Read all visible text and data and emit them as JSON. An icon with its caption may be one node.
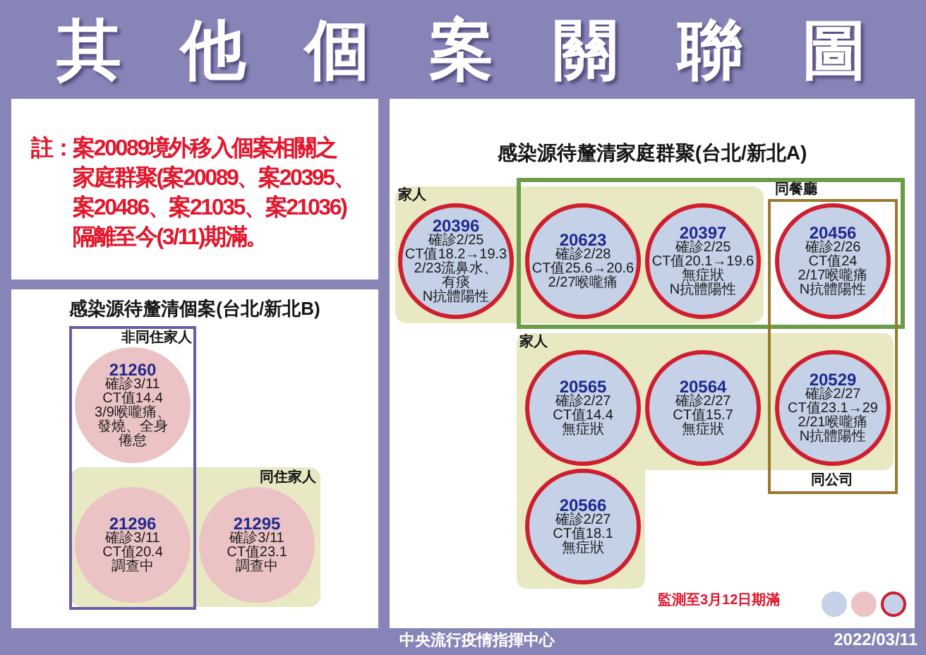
{
  "diagram": {
    "title": "其他個案關聯圖",
    "nodes": [
      {
        "text": [
          "家人"
        ]
      },
      {
        "text": [
          "同餐廳"
        ]
      },
      {
        "text": [
          "同公司"
        ]
      },
      {
        "text": [
          "20396",
          "確診2/25",
          "CT值18.2→19.3",
          "2/23流鼻水、有痰",
          "N抗體陽性"
        ],
        "in": 0
      },
      {
        "text": [
          "20623",
          "確診2/28",
          "CT值25.6→20.6",
          "2/27喉嚨痛"
        ]
      },
      {
        "text": [
          "20397",
          "確診2/25",
          "CT值20.1→19.6",
          "無症狀",
          "N抗體陽性"
        ]
      },
      {
        "text": [
          "20456",
          "確診2/26",
          "CT值24",
          "2/17喉嚨痛",
          "N抗體陽性"
        ]
      },
      {
        "text": [
          "家人"
        ]
      },
      {
        "text": [
          "20565",
          "確診2/27",
          "CT值14.4",
          "無症狀"
        ],
        "in": 7
      },
      {
        "text": [
          "20564",
          "確診2/27",
          "CT值15.7",
          "無症狀"
        ],
        "in": 7
      },
      {
        "text": [
          "20529",
          "確診2/27",
          "CT值23.1→29",
          "2/21喉嚨痛",
          "N抗體陽性"
        ]
      },
      {
        "text": [
          "20566",
          "確診2/27",
          "CT值18.1",
          "無症狀"
        ],
        "in": 7
      },
      {
        "text": [
          "非同住家人"
        ]
      },
      {
        "text": [
          "同住家人"
        ]
      },
      {
        "text": [
          "21260",
          "確診3/11",
          "CT值14.4",
          "3/9喉嚨痛、發燒、全身倦怠"
        ],
        "in": 12
      },
      {
        "text": [
          "21296",
          "確診3/11",
          "CT值20.4",
          "調查中"
        ]
      },
      {
        "text": [
          "21295",
          "確診3/11",
          "CT值23.1",
          "調查中"
        ],
        "in": 13
      }
    ],
    "labels": [
      "註：案20089境外移入個案相關之家庭群聚(案20089、案20395、案20486、案21035、案21036)隔離至今(3/11)期滿。",
      "感染源待釐清家庭群聚(台北/新北A)",
      "感染源待釐清個案(台北/新北B)",
      "監測至3月12日期滿",
      "中央流行疫情指揮中心",
      "2022/03/11"
    ]
  }
}
